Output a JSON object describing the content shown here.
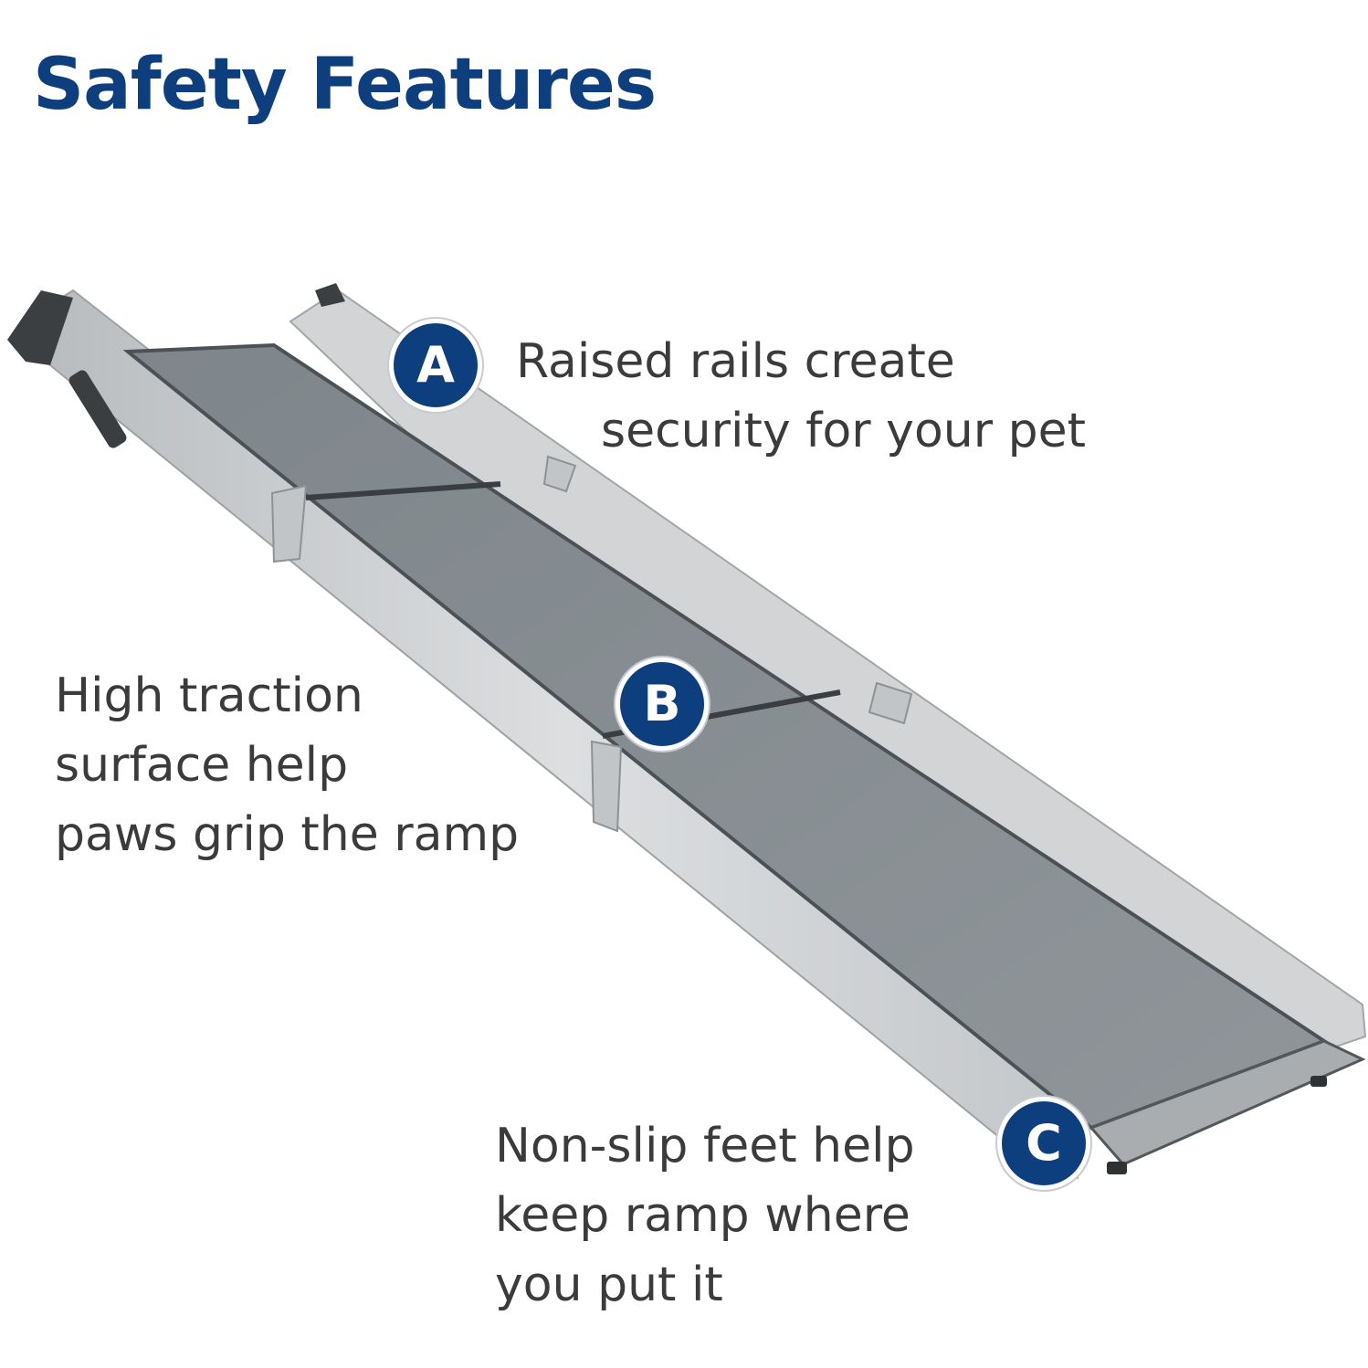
{
  "title": "Safety Features",
  "colors": {
    "brand": "#0d3f7e",
    "text": "#3b3b3b",
    "surface": "#8a9094",
    "rail": "#c9cbcd"
  },
  "features": [
    {
      "badge": "A",
      "lines": [
        "Raised rails create",
        "security for your pet"
      ]
    },
    {
      "badge": "B",
      "lines": [
        "High traction",
        "surface help",
        "paws grip the ramp"
      ]
    },
    {
      "badge": "C",
      "lines": [
        "Non-slip feet help",
        "keep ramp where",
        "you put it"
      ]
    }
  ]
}
